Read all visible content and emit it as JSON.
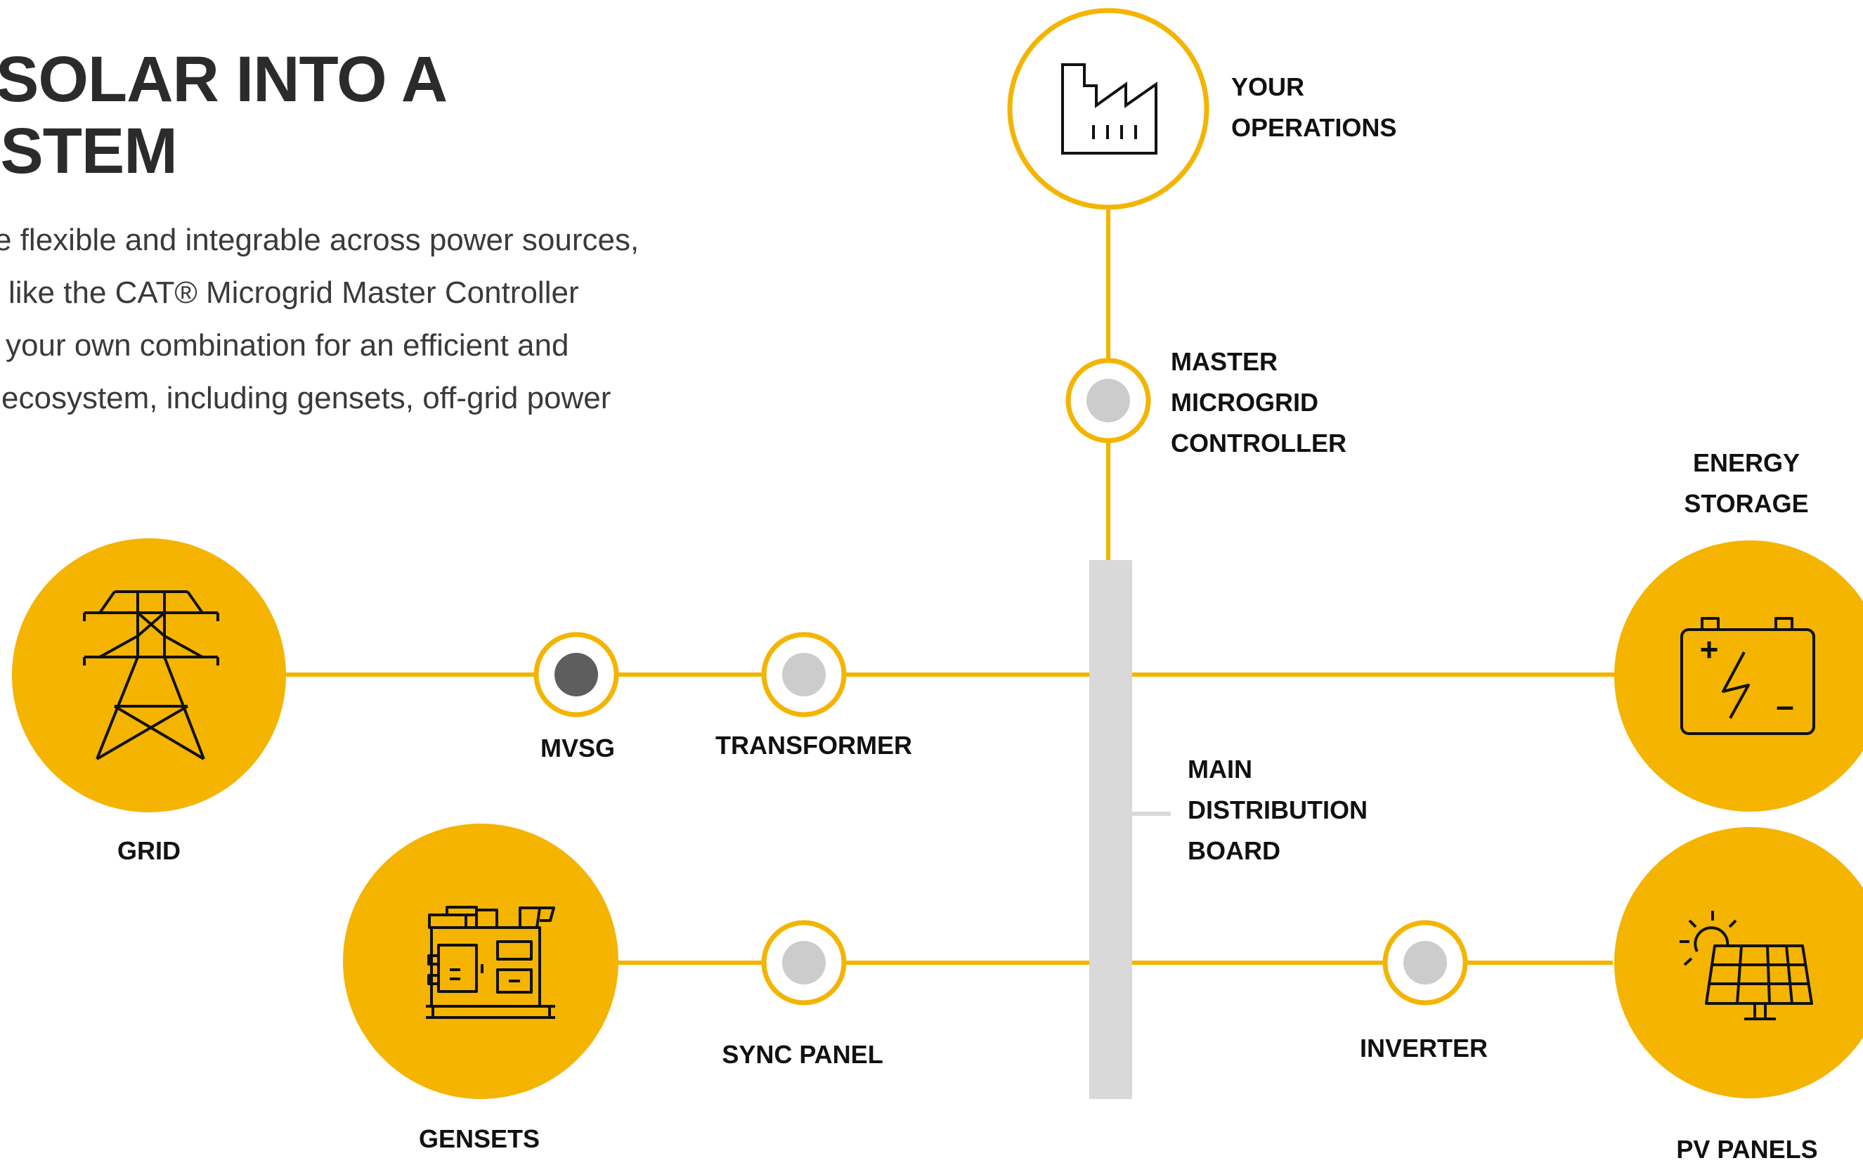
{
  "headline": {
    "line1": "SOLAR INTO A",
    "line2": "YSTEM"
  },
  "intro": [
    "e flexible and integrable across power sources,",
    "like the CAT® Microgrid Master Controller",
    "your own combination for an efficient and",
    "ecosystem, including gensets, off-grid power"
  ],
  "labels": {
    "operations": [
      "YOUR",
      "OPERATIONS"
    ],
    "controller": [
      "MASTER",
      "MICROGRID",
      "CONTROLLER"
    ],
    "storage": [
      "ENERGY",
      "STORAGE"
    ],
    "grid": "GRID",
    "mvsg": "MVSG",
    "transformer": "TRANSFORMER",
    "distribution": [
      "MAIN",
      "DISTRIBUTION",
      "BOARD"
    ],
    "gensets": "GENSETS",
    "sync_panel": "SYNC PANEL",
    "inverter": "INVERTER",
    "pv_panels": "PV PANELS"
  },
  "battery_terminals": {
    "plus": "+",
    "minus": "–"
  },
  "icons": {
    "operations": "factory-icon",
    "grid": "transmission-tower-icon",
    "gensets": "generator-icon",
    "storage": "battery-icon",
    "pv_panels": "solar-panel-icon"
  },
  "colors": {
    "accent": "#F4B400",
    "node_fill": "#CCCCCC",
    "node_dark": "#5E5E5E",
    "bus": "#D9D9D9",
    "text": "#111111",
    "heading": "#2B2B2B"
  }
}
